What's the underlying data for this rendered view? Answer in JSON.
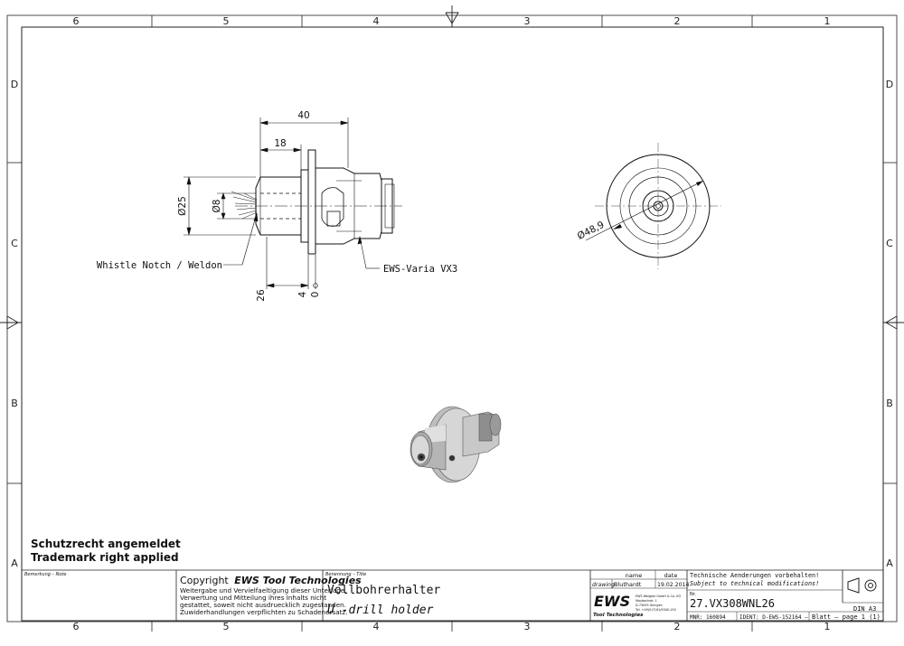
{
  "frame": {
    "col_labels": [
      "6",
      "5",
      "4",
      "3",
      "2",
      "1"
    ],
    "row_labels": [
      "D",
      "C",
      "B",
      "A"
    ]
  },
  "drawing": {
    "dim_total_length": "40",
    "dim_shank_length": "18",
    "dim_shank_diameter": "Ø25",
    "dim_bore_diameter": "Ø8",
    "dim_flange_diameter": "Ø48,9",
    "dim_bottom_26": "26",
    "dim_bottom_4": "4",
    "dim_bottom_0": "0",
    "callout_whistle": "Whistle Notch / Weldon",
    "callout_varia": "EWS-Varia VX3"
  },
  "notice": {
    "line1": "Schutzrecht angemeldet",
    "line2": "Trademark right applied"
  },
  "title_block": {
    "remark_label": "Bemerkung – Note",
    "copyright_prefix": "Copyright",
    "copyright_company": "EWS Tool Technologies",
    "copyright_text": [
      "Weitergabe und Vervielfaeltigung dieser Unterlage,",
      "Verwertung und Mitteilung ihres Inhalts nicht",
      "gestattet, soweit nicht ausdruecklich zugestanden.",
      "Zuwiderhandlungen verpflichten zu Schadenersatz."
    ],
    "title_label": "Benennung – Title",
    "title_de": "Vollbohrerhalter",
    "title_en": "U -drill holder",
    "col_name": "name",
    "col_date": "date",
    "drawing_label": "drawing",
    "drawn_by": "Bluthardt",
    "drawn_date": "19.02.2014",
    "company_logo": "EWS",
    "company_sub": "Tool Technologies",
    "company_address": [
      "EWS Weigele GmbH & Co. KG",
      "Maybachstr. 1",
      "D-73095 Uhingen",
      "Tel. +49(0)7161/9340-150"
    ],
    "change_notice_de": "Technische Aenderungen vorbehalten!",
    "change_notice_en": "Subject to technical modifications!",
    "nr_label": "Nr.",
    "part_number": "27.VX308WNL26",
    "mnr": "MNR: 160894",
    "ident": "IDENT: D-EWS-152164  –",
    "sheet": "Blatt – page  1 (1)",
    "format": "DIN A3"
  }
}
